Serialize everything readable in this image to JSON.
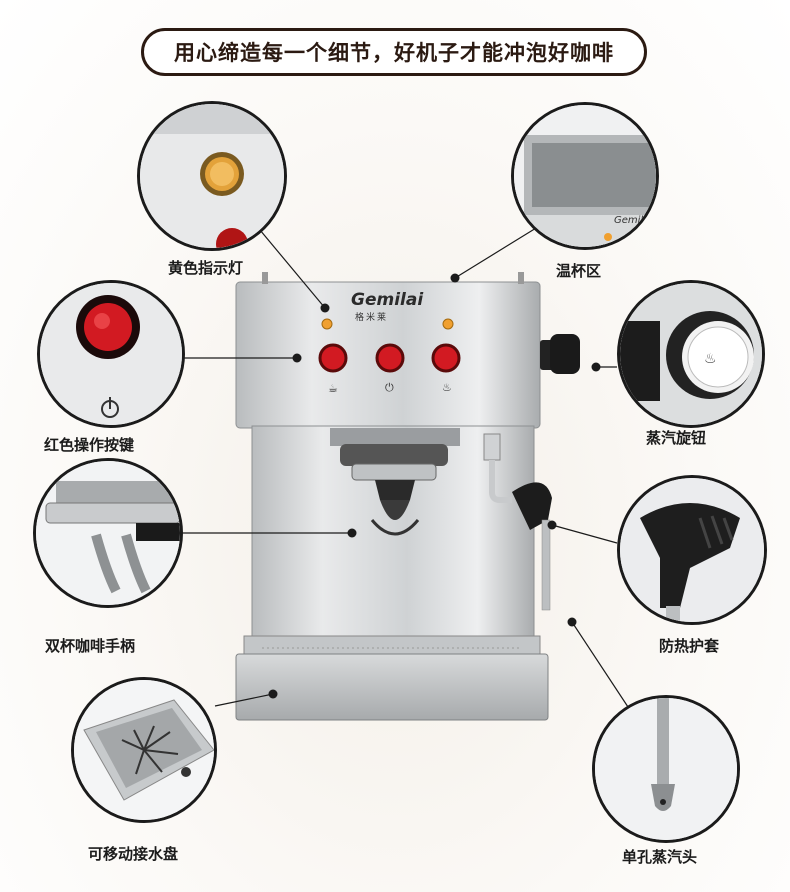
{
  "banner": {
    "headline": "用心缔造每一个细节，好机子才能冲泡好咖啡"
  },
  "machine": {
    "brand_logo": "Gemilai",
    "brand_sub": "格米莱",
    "indicator_color": "#f0a030",
    "button_color": "#d21a22",
    "icons": [
      "cup-icon",
      "power-icon",
      "steam-icon"
    ]
  },
  "features": {
    "yellow_light": "黄色指示灯",
    "cup_warmer": "温杯区",
    "red_buttons": "红色操作按键",
    "steam_knob": "蒸汽旋钮",
    "portafilter": "双杯咖啡手柄",
    "heat_sleeve": "防热护套",
    "drip_tray": "可移动接水盘",
    "steam_wand": "单孔蒸汽头"
  },
  "colors": {
    "outline": "#1b1b1b",
    "accent_red": "#d21a22",
    "accent_yellow": "#f0a030"
  }
}
